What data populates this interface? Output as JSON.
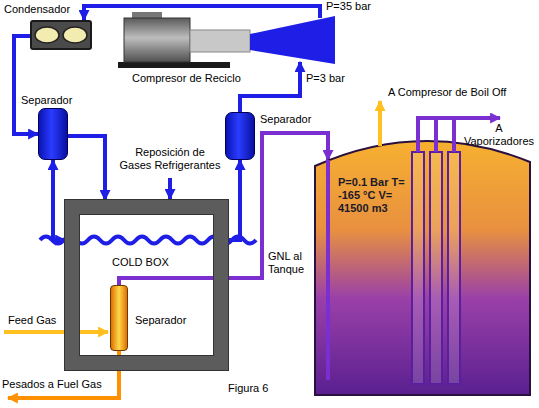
{
  "diagram": {
    "caption": "Figura 6",
    "nodes": [
      {
        "text": [
          "Condensador"
        ]
      },
      {
        "text": [
          "Compresor de Reciclo"
        ]
      },
      {
        "text": [
          "Separador"
        ]
      },
      {
        "text": [
          "Separador"
        ]
      },
      {
        "text": [
          "COLD BOX"
        ]
      },
      {
        "text": [
          "Separador"
        ],
        "in": 4
      },
      {
        "text": [
          "P=0.1 Bar T= -165 °C V= 41500 m3"
        ]
      }
    ],
    "edges": [
      {
        "from": 1,
        "to": 0,
        "arrow": "to"
      },
      {
        "from": 0,
        "to": 2,
        "arrow": "to"
      },
      {
        "from": 2,
        "to": 4,
        "arrow": "both"
      },
      {
        "from": 2,
        "to": 4,
        "arrow": "to"
      },
      {
        "from": 4,
        "to": 3,
        "arrow": "to"
      },
      {
        "from": 3,
        "to": 1,
        "arrow": "to"
      },
      {
        "from": 5,
        "to": 6,
        "arrow": "to"
      }
    ],
    "labels": [
      "P=35 bar",
      "P=3 bar",
      "Reposición de Gases Refrigerantes",
      "GNL al Tanque",
      "A Compresor de Boil Off",
      "A Vaporizadores",
      "Feed Gas",
      "Pesados a Fuel Gas"
    ]
  }
}
